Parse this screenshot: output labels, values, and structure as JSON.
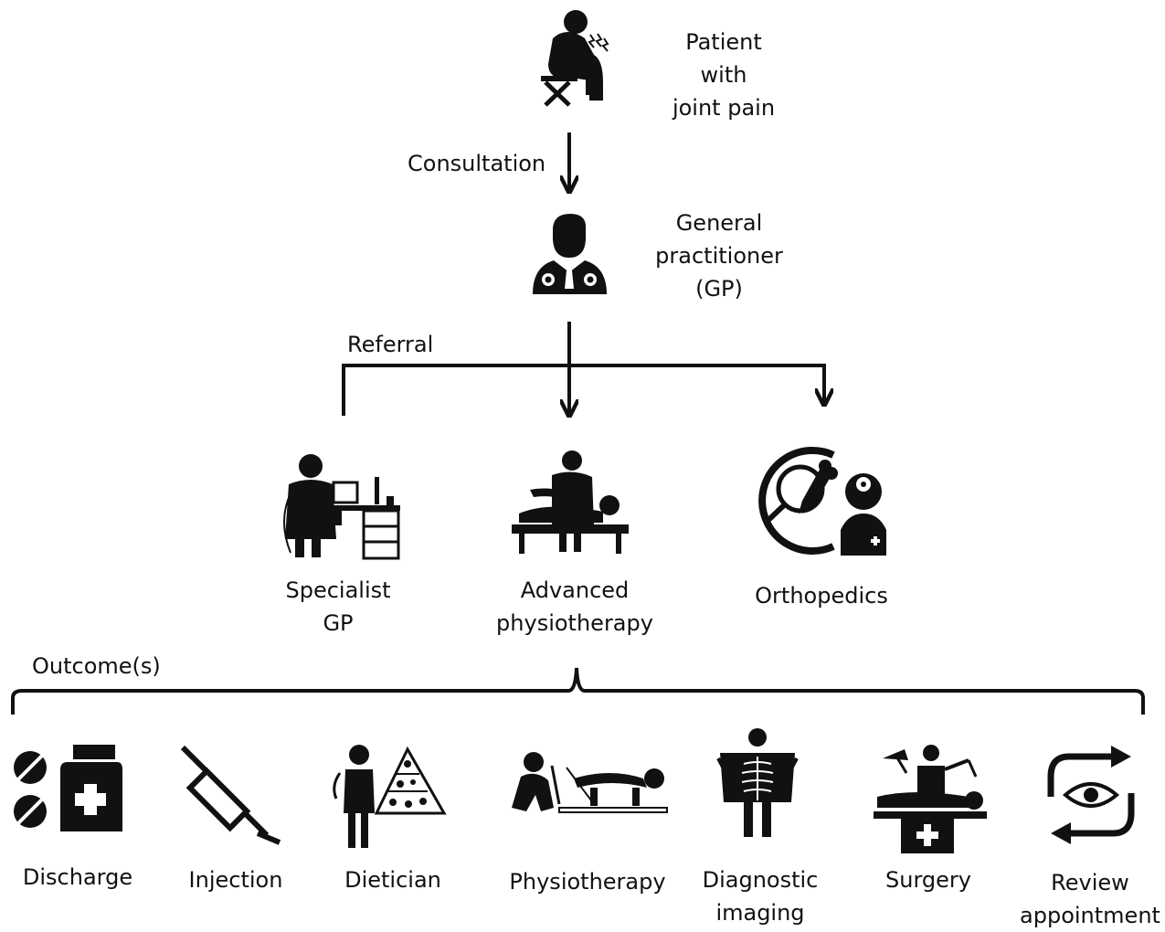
{
  "colors": {
    "ink": "#111111",
    "background": "#ffffff"
  },
  "nodes": {
    "patient": {
      "line1": "Patient",
      "line2": "with",
      "line3": "joint pain",
      "icon": "patient-knee-pain-icon"
    },
    "gp": {
      "line1": "General",
      "line2": "practitioner",
      "line3": "(GP)",
      "icon": "doctor-stethoscope-icon"
    },
    "specialist_gp": {
      "line1": "Specialist",
      "line2": "GP",
      "icon": "doctor-at-desk-icon"
    },
    "advanced_physio": {
      "line1": "Advanced",
      "line2": "physiotherapy",
      "icon": "massage-table-icon"
    },
    "orthopedics": {
      "line1": "Orthopedics",
      "icon": "orthopedic-doctor-bone-icon"
    }
  },
  "edges": {
    "consultation": "Consultation",
    "referral": "Referral",
    "outcomes": "Outcome(s)"
  },
  "outcomes": [
    {
      "id": "discharge",
      "label": "Discharge",
      "icon": "medicine-bottle-pills-icon"
    },
    {
      "id": "injection",
      "label": "Injection",
      "icon": "syringe-icon"
    },
    {
      "id": "dietician",
      "label": "Dietician",
      "icon": "food-pyramid-icon"
    },
    {
      "id": "physiotherapy",
      "label": "Physiotherapy",
      "icon": "exercise-therapy-icon"
    },
    {
      "id": "diagnostic_imaging",
      "label_line1": "Diagnostic",
      "label_line2": "imaging",
      "icon": "xray-icon"
    },
    {
      "id": "surgery",
      "label": "Surgery",
      "icon": "surgery-table-icon"
    },
    {
      "id": "review",
      "label_line1": "Review",
      "label_line2": "appointment",
      "icon": "eye-cycle-arrows-icon"
    }
  ]
}
